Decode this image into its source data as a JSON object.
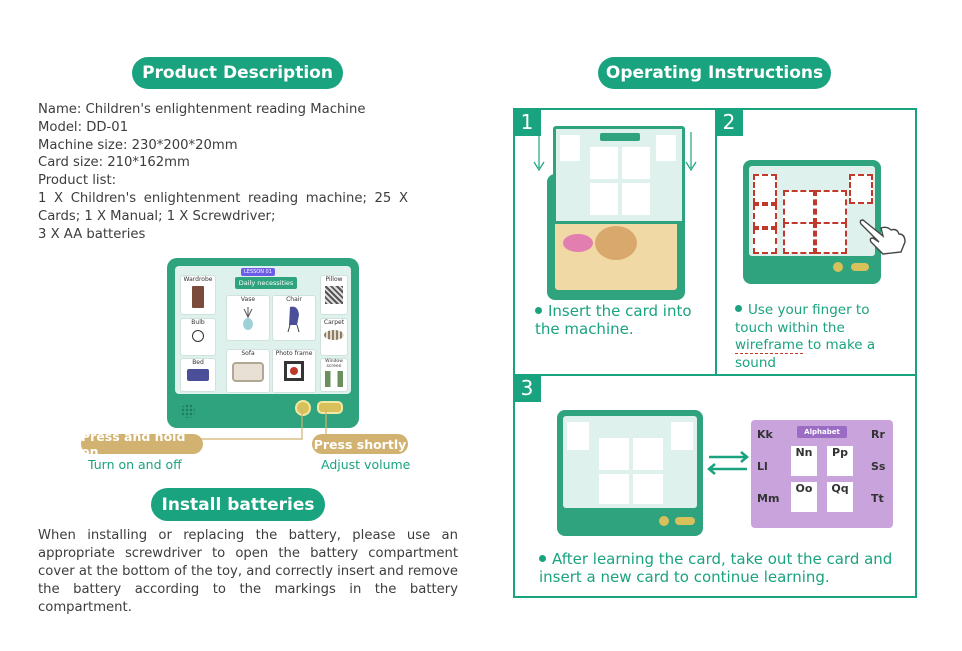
{
  "left": {
    "product_title": "Product Description",
    "specs": [
      "Name: Children's enlightenment reading Machine",
      "Model: DD-01",
      "Machine size: 230*200*20mm",
      "Card size:  210*162mm",
      "Product list:",
      "1 X Children's enlightenment reading machine; 25 X Cards; 1 X Manual; 1 X Screwdriver;",
      "3 X AA batteries"
    ],
    "device": {
      "card_badge": "LESSON 01",
      "card_title": "Daily necessities",
      "items": [
        "Wardrobe",
        "Vase",
        "Chair",
        "Pillow",
        "Bulb",
        "Carpet",
        "Bed",
        "Sofa",
        "Photo frame",
        "Window screen"
      ]
    },
    "press_hold_label": "Press and hold on",
    "press_hold_caption": "Turn on and off",
    "press_short_label": "Press shortly",
    "press_short_caption": "Adjust volume",
    "install_title": "Install batteries",
    "install_text": "When installing or replacing the battery, please use an appropriate screwdriver to open the battery compartment cover at the bottom of the toy, and correctly insert and remove the battery according to the markings in the battery compartment."
  },
  "right": {
    "operating_title": "Operating Instructions",
    "step1": {
      "number": "1",
      "text": "Insert the card into the machine."
    },
    "step2": {
      "number": "2",
      "text_before": "Use your finger to touch within the ",
      "text_highlight": "wireframe",
      "text_after": " to make a sound"
    },
    "step3": {
      "number": "3",
      "text": "After learning the card, take out the card and insert a new card to continue learning.",
      "alphabet_title": "Alphabet",
      "letters": [
        "Kk",
        "Rr",
        "Ll",
        "Nn",
        "Pp",
        "Ss",
        "Mm",
        "Oo",
        "Qq",
        "Tt"
      ]
    }
  },
  "colors": {
    "green": "#1aa37f",
    "device": "#2fa27e",
    "gold": "#d2b270",
    "purple": "#b48ad0",
    "red": "#c0392b"
  }
}
